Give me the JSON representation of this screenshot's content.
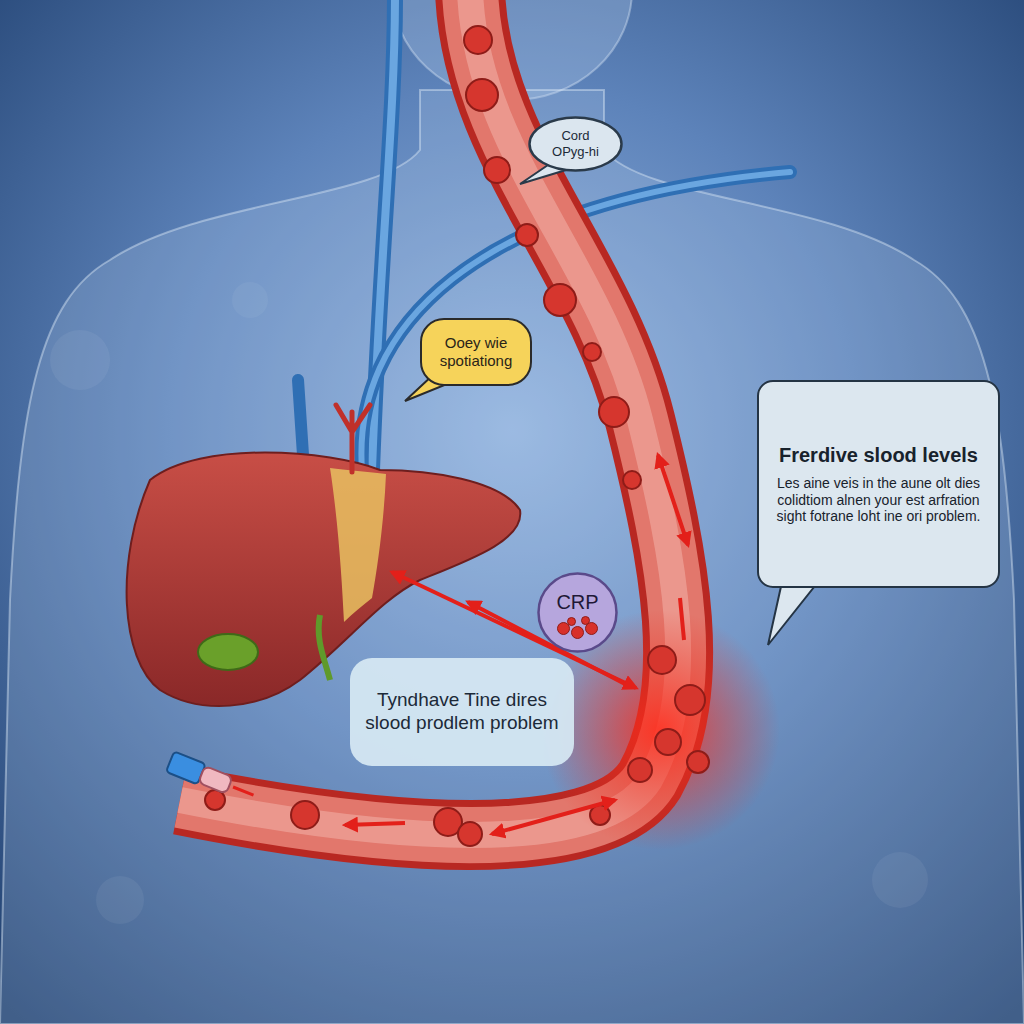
{
  "diagram": {
    "nodes": [
      {
        "text": [
          "Cord OPyg-hi"
        ]
      },
      {
        "text": [
          "Ooey wie spotiationg"
        ]
      },
      {
        "text": [
          "Frerdive slood levels",
          "Les aine veis in the aune olt dies colidtiom alnen your est arfration sight fotrane loht ine ori problem."
        ]
      },
      {
        "text": [
          "CRP"
        ]
      },
      {
        "text": [
          "Tyndhave Tine dires slood prodlem problem"
        ]
      }
    ]
  }
}
